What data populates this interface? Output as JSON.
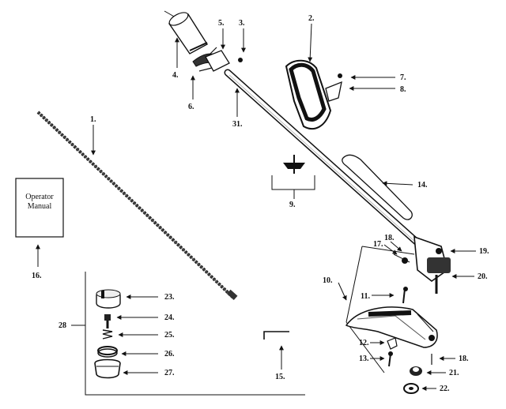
{
  "manual": {
    "line1": "Operator",
    "line2": "Manual"
  },
  "callouts": {
    "c1": "1.",
    "c2": "2.",
    "c3": "3.",
    "c4": "4.",
    "c5": "5.",
    "c6": "6.",
    "c7": "7.",
    "c8": "8.",
    "c9": "9.",
    "c10": "10.",
    "c11": "11.",
    "c12": "12.",
    "c13": "13.",
    "c14": "14.",
    "c15": "15.",
    "c16": "16.",
    "c17": "17.",
    "c18a": "18.",
    "c18b": "18.",
    "c19": "19.",
    "c20": "20.",
    "c21": "21.",
    "c22": "22.",
    "c23": "23.",
    "c24": "24.",
    "c25": "25.",
    "c26": "26.",
    "c27": "27.",
    "c28": "28",
    "c31": "31."
  }
}
